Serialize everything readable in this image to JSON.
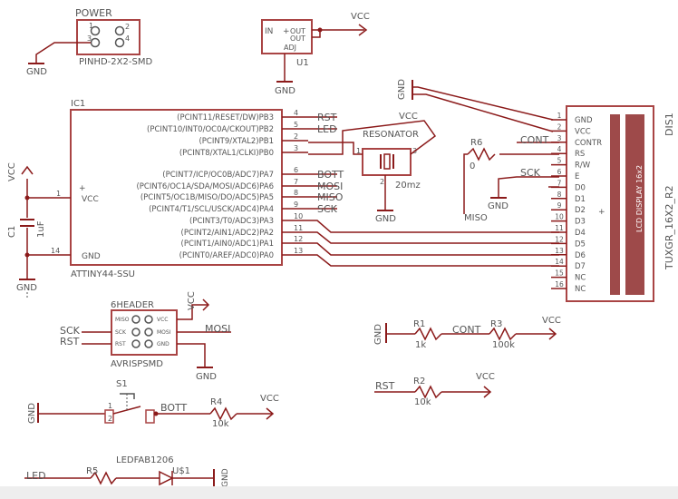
{
  "colors": {
    "wire": "#8b1a1a",
    "part": "#a94444",
    "text": "#555555",
    "lcd_bar": "#9e4a4a",
    "background": "#ffffff"
  },
  "power_header": {
    "name": "POWER",
    "value": "PINHD-2X2-SMD",
    "pin1": "1",
    "pin2": "2",
    "pin3": "3",
    "pin4": "4",
    "gnd": "GND"
  },
  "regulator": {
    "name": "U1",
    "in": "IN",
    "out1": "OUT",
    "out2": "OUT",
    "adj": "ADJ",
    "vcc": "VCC",
    "gnd": "GND"
  },
  "mcu": {
    "name": "IC1",
    "value": "ATTINY44-SSU",
    "vcc": "VCC",
    "gnd": "GND",
    "left_pins": [
      {
        "num": "1",
        "net": "VCC"
      },
      {
        "num": "14",
        "net": "GND"
      }
    ],
    "right_pins": [
      {
        "label": "(PCINT11/RESET/DW)PB3",
        "num": "4",
        "net": "RST"
      },
      {
        "label": "(PCINT10/INT0/OC0A/CKOUT)PB2",
        "num": "5",
        "net": "LED"
      },
      {
        "label": "(PCINT9/XTAL2)PB1",
        "num": "2",
        "net": ""
      },
      {
        "label": "(PCINT8/XTAL1/CLKI)PB0",
        "num": "3",
        "net": ""
      },
      {
        "label": "(PCINT7/ICP/OC0B/ADC7)PA7",
        "num": "6",
        "net": "BOTT"
      },
      {
        "label": "(PCINT6/OC1A/SDA/MOSI/ADC6)PA6",
        "num": "7",
        "net": "MOSI"
      },
      {
        "label": "(PCINT5/OC1B/MISO/DO/ADC5)PA5",
        "num": "8",
        "net": "MISO"
      },
      {
        "label": "(PCINT4/T1/SCL/USCK/ADC4)PA4",
        "num": "9",
        "net": "SCK"
      },
      {
        "label": "(PCINT3/T0/ADC3)PA3",
        "num": "10",
        "net": ""
      },
      {
        "label": "(PCINT2/AIN1/ADC2)PA2",
        "num": "11",
        "net": ""
      },
      {
        "label": "(PCINT1/AIN0/ADC1)PA1",
        "num": "12",
        "net": ""
      },
      {
        "label": "(PCINT0/AREF/ADC0)PA0",
        "num": "13",
        "net": ""
      }
    ]
  },
  "capacitor": {
    "name": "C1",
    "value": "1uF",
    "vcc": "VCC",
    "gnd": "GND"
  },
  "resonator": {
    "name": "RESONATOR",
    "value": "20mz",
    "pin1": "1",
    "pin2": "2",
    "pin3": "3",
    "vcc": "VCC",
    "gnd": "GND"
  },
  "r6": {
    "name": "R6",
    "value": "0",
    "miso": "MISO",
    "gnd": "GND"
  },
  "lcd": {
    "name": "DIS1",
    "value": "TUXGR_16X2_R2",
    "display_text": "LCD DISPLAY 16x2",
    "pins": [
      {
        "num": "1",
        "label": "GND"
      },
      {
        "num": "2",
        "label": "VCC"
      },
      {
        "num": "3",
        "label": "CONTR"
      },
      {
        "num": "4",
        "label": "RS"
      },
      {
        "num": "5",
        "label": "R/W"
      },
      {
        "num": "6",
        "label": "E"
      },
      {
        "num": "7",
        "label": "D0"
      },
      {
        "num": "8",
        "label": "D1"
      },
      {
        "num": "9",
        "label": "D2"
      },
      {
        "num": "10",
        "label": "D3"
      },
      {
        "num": "11",
        "label": "D4"
      },
      {
        "num": "12",
        "label": "D5"
      },
      {
        "num": "13",
        "label": "D6"
      },
      {
        "num": "14",
        "label": "D7"
      },
      {
        "num": "15",
        "label": "NC"
      },
      {
        "num": "16",
        "label": "NC"
      }
    ],
    "gnd": "GND",
    "vcc": "VCC",
    "cont": "CONT",
    "sck": "SCK"
  },
  "isp": {
    "name": "6HEADER",
    "value": "AVRISPSMD",
    "pins": [
      "MISO",
      "VCC",
      "SCK",
      "MOSI",
      "RST",
      "GND"
    ],
    "sck": "SCK",
    "rst": "RST",
    "mosi": "MOSI",
    "vcc": "VCC",
    "gnd": "GND"
  },
  "r1": {
    "name": "R1",
    "value": "1k",
    "gnd": "GND",
    "cont": "CONT"
  },
  "r3": {
    "name": "R3",
    "value": "100k",
    "vcc": "VCC"
  },
  "r2": {
    "name": "R2",
    "value": "10k",
    "rst": "RST",
    "vcc": "VCC"
  },
  "switch": {
    "name": "S1",
    "pin1": "1",
    "pin2": "2",
    "gnd": "GND",
    "bott": "BOTT"
  },
  "r4": {
    "name": "R4",
    "value": "10k",
    "vcc": "VCC"
  },
  "led": {
    "name": "U$1",
    "value": "LEDFAB1206",
    "led": "LED",
    "gnd": "GND"
  },
  "r5": {
    "name": "R5"
  }
}
